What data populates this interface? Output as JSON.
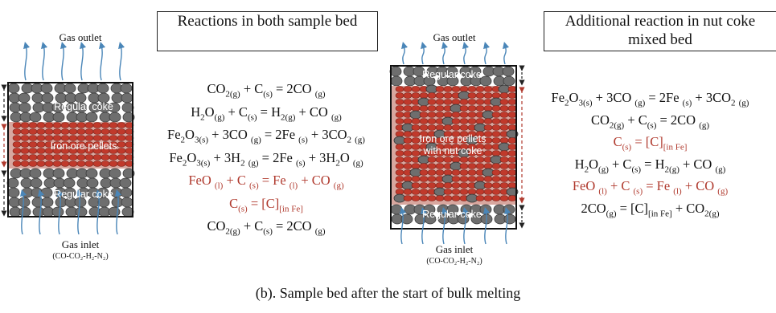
{
  "left": {
    "gas_outlet": "Gas outlet",
    "gas_inlet": "Gas inlet",
    "gas_inlet_sub": "(CO-CO₂-H₂-N₂)",
    "layer_top": "Regular coke",
    "layer_mid": "Iron ore pellets",
    "layer_bottom": "Regular coke",
    "title": "Reactions in both sample bed",
    "equations": [
      "CO<sub>2(g)</sub> + C<sub>(s)</sub> = 2CO <sub>(g)</sub>",
      "H<sub>2</sub>O<sub>(g)</sub> + C<sub>(s)</sub> = H<sub>2(g)</sub> + CO <sub>(g)</sub>",
      "Fe<sub>2</sub>O<sub>3(s)</sub> + 3CO <sub>(g)</sub> = 2Fe <sub>(s)</sub> + 3CO<sub>2</sub> <sub>(g)</sub>",
      "Fe<sub>2</sub>O<sub>3(s)</sub> + 3H<sub>2</sub> <sub>(g)</sub> = 2Fe <sub>(s)</sub> + 3H<sub>2</sub>O <sub>(g)</sub>",
      "FeO <sub>(l)</sub> + C <sub>(s)</sub> = Fe <sub>(l)</sub> + CO <sub>(g)</sub>",
      "C<sub>(s)</sub> = [C]<sub>[in Fe]</sub>",
      "CO<sub>2(g)</sub> + C<sub>(s)</sub> = 2CO <sub>(g)</sub>"
    ],
    "red_indices": [
      4,
      5
    ]
  },
  "right": {
    "gas_outlet": "Gas outlet",
    "gas_inlet": "Gas inlet",
    "gas_inlet_sub": "(CO-CO₂-H₂-N₂)",
    "layer_top": "Regular coke",
    "layer_mid": "Iron ore pellets with nut coke",
    "layer_bottom": "Regular coke",
    "title": "Additional reaction in nut coke mixed bed",
    "equations": [
      "Fe<sub>2</sub>O<sub>3(s)</sub> + 3CO <sub>(g)</sub> = 2Fe <sub>(s)</sub> + 3CO<sub>2</sub> <sub>(g)</sub>",
      "CO<sub>2(g)</sub> + C<sub>(s)</sub> = 2CO <sub>(g)</sub>",
      "C<sub>(s)</sub> = [C]<sub>[in Fe]</sub>",
      "H<sub>2</sub>O<sub>(g)</sub> + C<sub>(s)</sub> = H<sub>2(g)</sub> + CO <sub>(g)</sub>",
      "FeO <sub>(l)</sub> + C <sub>(s)</sub> = Fe <sub>(l)</sub> + CO <sub>(g)</sub>",
      "2CO<sub>(g)</sub> = [C]<sub>[in Fe]</sub> + CO<sub>2(g)</sub>"
    ],
    "red_indices": [
      2,
      4
    ]
  },
  "caption": "(b). Sample bed after the start of bulk melting",
  "colors": {
    "coke": "#6e6e6e",
    "pellet": "#c0392b",
    "reaction_red": "#b03a2e",
    "arrow_blue": "#4a86b8"
  }
}
